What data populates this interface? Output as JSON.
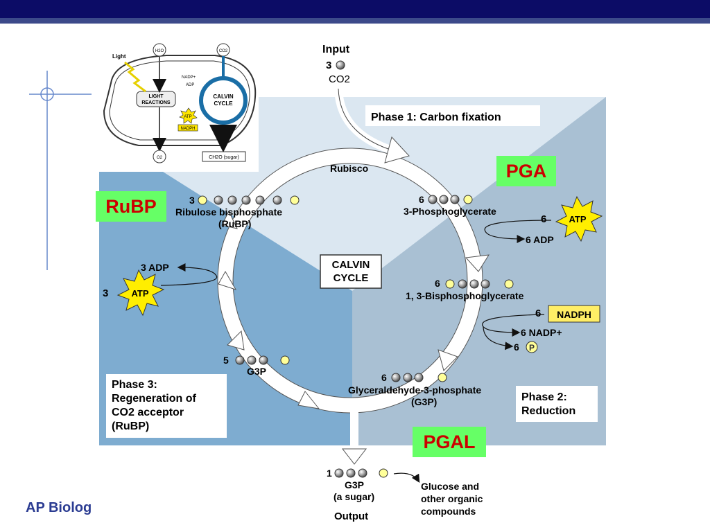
{
  "slide": {
    "footer": "AP Biolog",
    "accent": "#0c0c66"
  },
  "chloroplast": {
    "light": "Light",
    "h2o": "H2O",
    "co2": "CO2",
    "o2": "O2",
    "nadp_plus": "NADP+",
    "adp": "ADP",
    "atp": "ATP",
    "nadph": "NADPH",
    "light_reactions_1": "LIGHT",
    "light_reactions_2": "REACTIONS",
    "calvin_1": "CALVIN",
    "calvin_2": "CYCLE",
    "sugar": "CH2O (sugar)"
  },
  "input": {
    "title": "Input",
    "count": "3",
    "molecule": "CO2"
  },
  "phase1": "Phase 1: Carbon fixation",
  "phase2_line1": "Phase 2:",
  "phase2_line2": "Reduction",
  "phase3_line1": "Phase 3:",
  "phase3_line2": "Regeneration of",
  "phase3_line3": "CO2 acceptor",
  "phase3_line4": "(RuBP)",
  "center_1": "CALVIN",
  "center_2": "CYCLE",
  "rubisco": "Rubisco",
  "pga": {
    "count": "6",
    "name": "3-Phosphoglycerate"
  },
  "atp_in": {
    "count": "6",
    "label": "ATP",
    "out": "6 ADP"
  },
  "bpg": {
    "count": "6",
    "name": "1, 3-Bisphosphoglycerate"
  },
  "nadph_in": {
    "count": "6",
    "label": "NADPH",
    "out1": "6 NADP+",
    "out2": "6"
  },
  "g3p6": {
    "count": "6",
    "name1": "Glyceraldehyde-3-phosphate",
    "name2": "(G3P)"
  },
  "g3p5": {
    "count": "5",
    "name": "G3P"
  },
  "rubp": {
    "count": "3",
    "name1": "Ribulose bisphosphate",
    "name2": "(RuBP)"
  },
  "atp_left": {
    "count": "3",
    "label": "ATP",
    "out": "3 ADP"
  },
  "output": {
    "count": "1",
    "name1": "G3P",
    "name2": "(a sugar)",
    "title": "Output",
    "dest1": "Glucose and",
    "dest2": "other organic",
    "dest3": "compounds"
  },
  "labels": {
    "pga": "PGA",
    "rubp": "RuBP",
    "pgal": "PGAL"
  }
}
